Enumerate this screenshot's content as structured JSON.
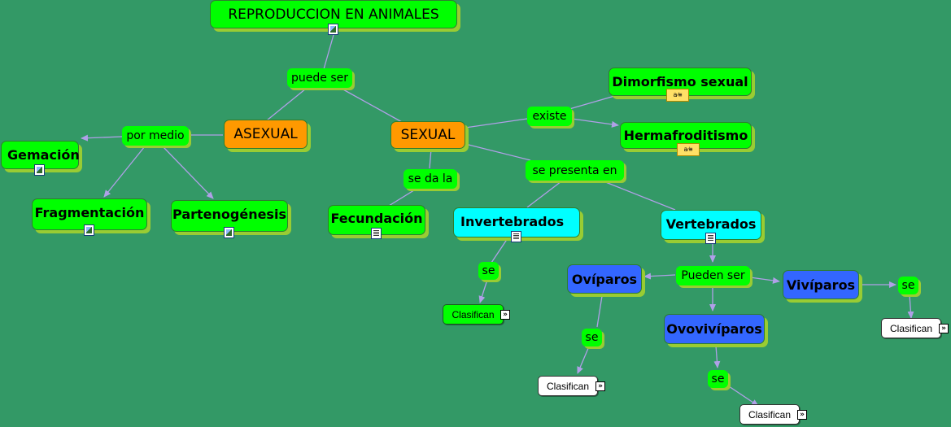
{
  "map": {
    "title": "REPRODUCCION EN ANIMALES",
    "puede_ser": "puede ser",
    "asexual": "ASEXUAL",
    "sexual": "SEXUAL",
    "por_medio": "por medio",
    "gemacion": "Gemación",
    "fragmentacion": "Fragmentación",
    "partenogenesis": "Partenogénesis",
    "existe": "existe",
    "dimorfismo": "Dimorfismo sexual",
    "hermafroditismo": "Hermafroditismo",
    "se_da_la": "se da la",
    "fecundacion": "Fecundación",
    "se_presenta_en": "se presenta en",
    "invertebrados": "Invertebrados",
    "vertebrados": "Vertebrados",
    "se": "se",
    "pueden_ser": "Pueden ser",
    "oviparos": "Ovíparos",
    "viviparos": "Vivíparos",
    "ovoviviparos": "Ovovivíparos",
    "clasifican": "Clasifican",
    "more_glyph": "»",
    "note_glyph": "a⁄≡"
  },
  "icons": {
    "image": "image-resource-icon",
    "document": "document-resource-icon",
    "note": "annotation-resource-icon",
    "expand": "double-chevron-icon"
  },
  "colors": {
    "background": "#339966",
    "concept": "#00ff00",
    "asexual_sexual": "#ff9900",
    "vertebrate_groups": "#00ffff",
    "birth_types": "#3366ff",
    "shadow": "#99cc33",
    "connector": "#b0a0e8"
  }
}
